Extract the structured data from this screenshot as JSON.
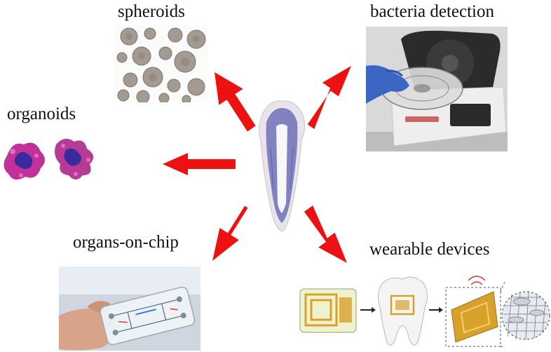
{
  "labels": {
    "spheroids": "spheroids",
    "bacteria": "bacteria detection",
    "organoids": "organoids",
    "organs_on_chip": "organs-on-chip",
    "wearable": "wearable devices"
  },
  "colors": {
    "arrow": "#ee1111",
    "tooth_stain": "#6f72b8",
    "organoid_magenta": "#c0329a",
    "organoid_blue": "#3b2a9c",
    "spheroid": "#9a9088",
    "glove": "#3b66c4",
    "gold_electrode": "#d8a12a"
  },
  "icons": [
    "tooth-icon",
    "spheroid-cluster",
    "organoid-cluster",
    "microfluidic-chip",
    "detection-instrument",
    "wearable-sensor-sequence"
  ]
}
